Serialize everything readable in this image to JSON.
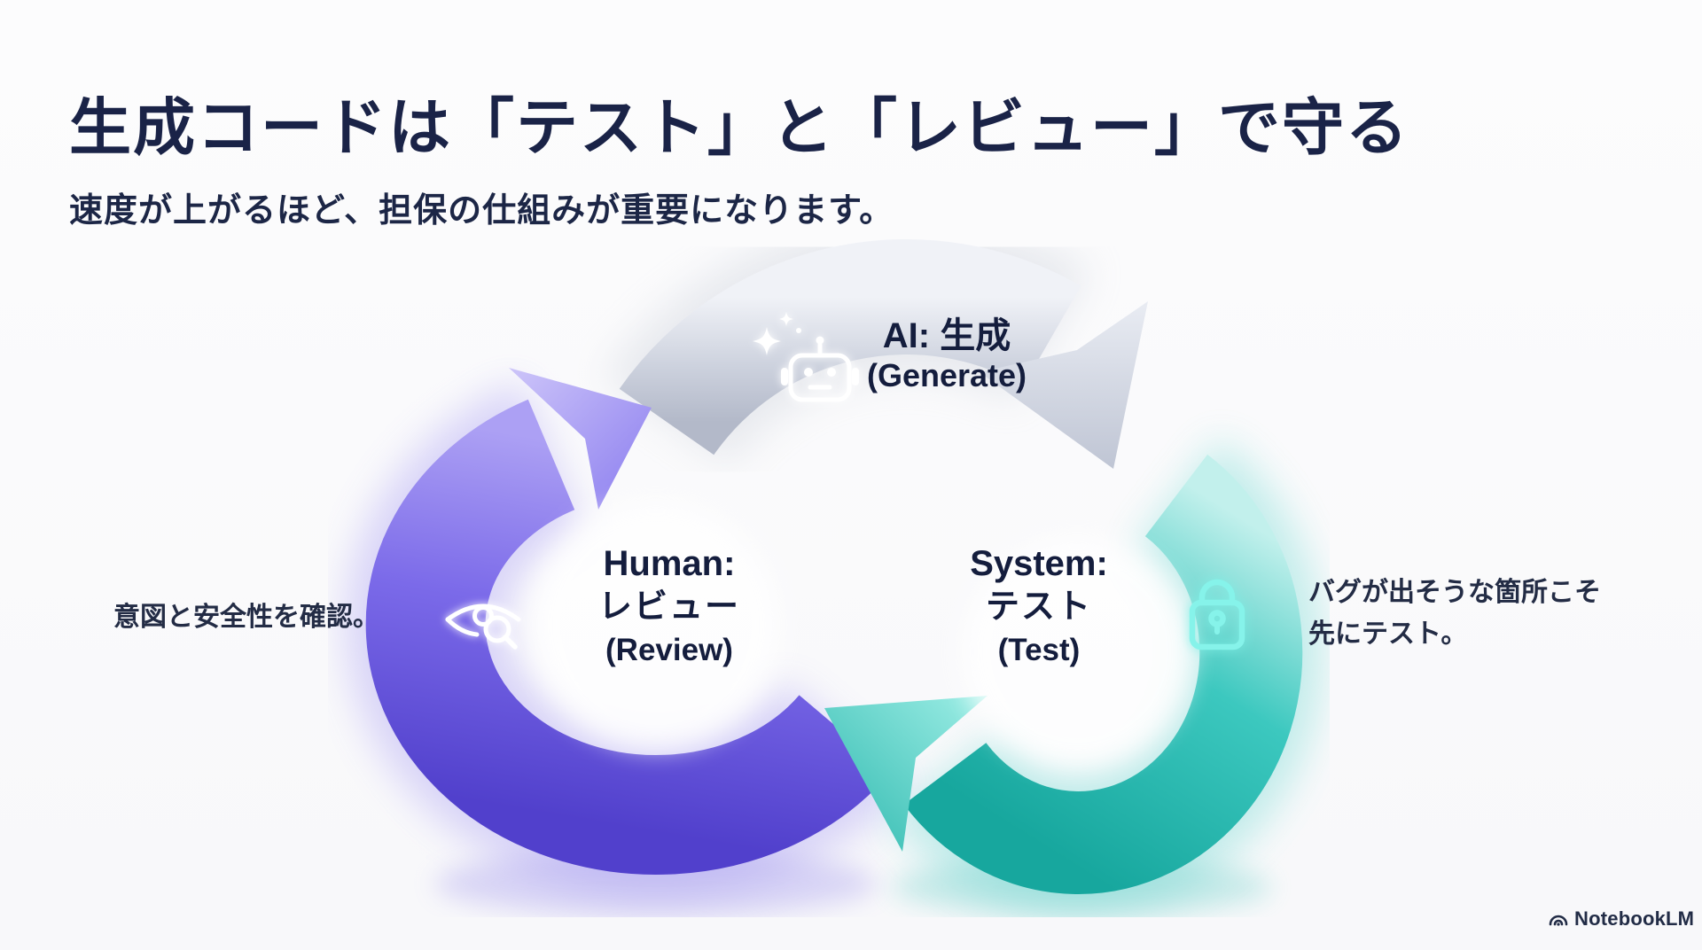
{
  "slide": {
    "title": "生成コードは「テスト」と「レビュー」で守る",
    "subtitle": "速度が上がるほど、担保の仕組みが重要になります。"
  },
  "cycle": {
    "ai": {
      "title": "AI: 生成",
      "subtitle": "(Generate)",
      "icon": "robot-sparkles-icon",
      "color": "#c6cbd8"
    },
    "human": {
      "title": "Human:",
      "keyword": "レビュー",
      "subtitle": "(Review)",
      "icon": "eye-magnifier-icon",
      "color": "#6b59e3"
    },
    "system": {
      "title": "System:",
      "keyword": "テスト",
      "subtitle": "(Test)",
      "icon": "lock-icon",
      "color": "#27b7ae"
    }
  },
  "annotations": {
    "human_note": "意図と安全性を確認。",
    "system_note_line1": "バグが出そうな箇所こそ",
    "system_note_line2": "先にテスト。"
  },
  "footer": {
    "brand": "NotebookLM"
  },
  "palette": {
    "title_text": "#1a2347",
    "label_text": "#141d3d",
    "purple": "#6b59e3",
    "teal": "#27b7ae",
    "gray": "#c6cbd8",
    "background": "#fafafb"
  }
}
